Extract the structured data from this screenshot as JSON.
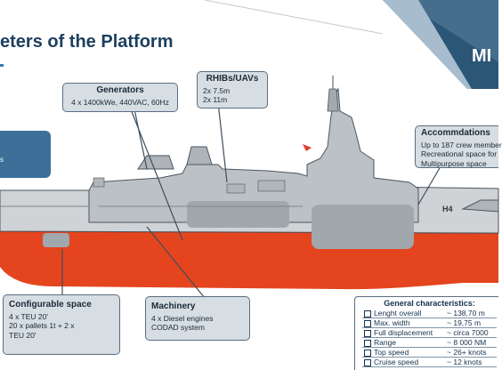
{
  "title": "eters of the Platform",
  "brand": "MI",
  "left_tab_text": "s",
  "hull_number": "H4",
  "callouts": {
    "generators": {
      "title": "Generators",
      "lines": [
        "4 x 1400kWe, 440VAC, 60Hz"
      ]
    },
    "rhibs": {
      "title": "RHIBs/UAVs",
      "lines": [
        "2x 7.5m",
        "2x 11m"
      ]
    },
    "accommodations": {
      "title": "Accommdations",
      "lines": [
        "Up to 187 crew member",
        "Recreational space for",
        "Multipurpose space"
      ]
    },
    "configurable": {
      "title": "Configurable space",
      "lines": [
        "4 x TEU 20'",
        "20 x pallets 1t + 2 x",
        "TEU 20'"
      ]
    },
    "machinery": {
      "title": "Machinery",
      "lines": [
        "4 x Diesel engines",
        "CODAD system"
      ]
    }
  },
  "general": {
    "title": "General characteristics:",
    "rows": [
      {
        "label": "Lenght overall",
        "value": "~ 138,70 m"
      },
      {
        "label": "Max. width",
        "value": "~ 19,75 m"
      },
      {
        "label": "Full displacement",
        "value": "~ circa 7000"
      },
      {
        "label": "Range",
        "value": "~ 8 000 NM"
      },
      {
        "label": "Top speed",
        "value": "~ 26+ knots"
      },
      {
        "label": "Cruise speed",
        "value": "~ 12 knots"
      }
    ]
  },
  "colors": {
    "hull_red": "#e4451e",
    "hull_grey": "#c9cdd1",
    "callout_bg": "#d6dde3",
    "title": "#1c3f5e",
    "accent": "#2f7fb5"
  }
}
